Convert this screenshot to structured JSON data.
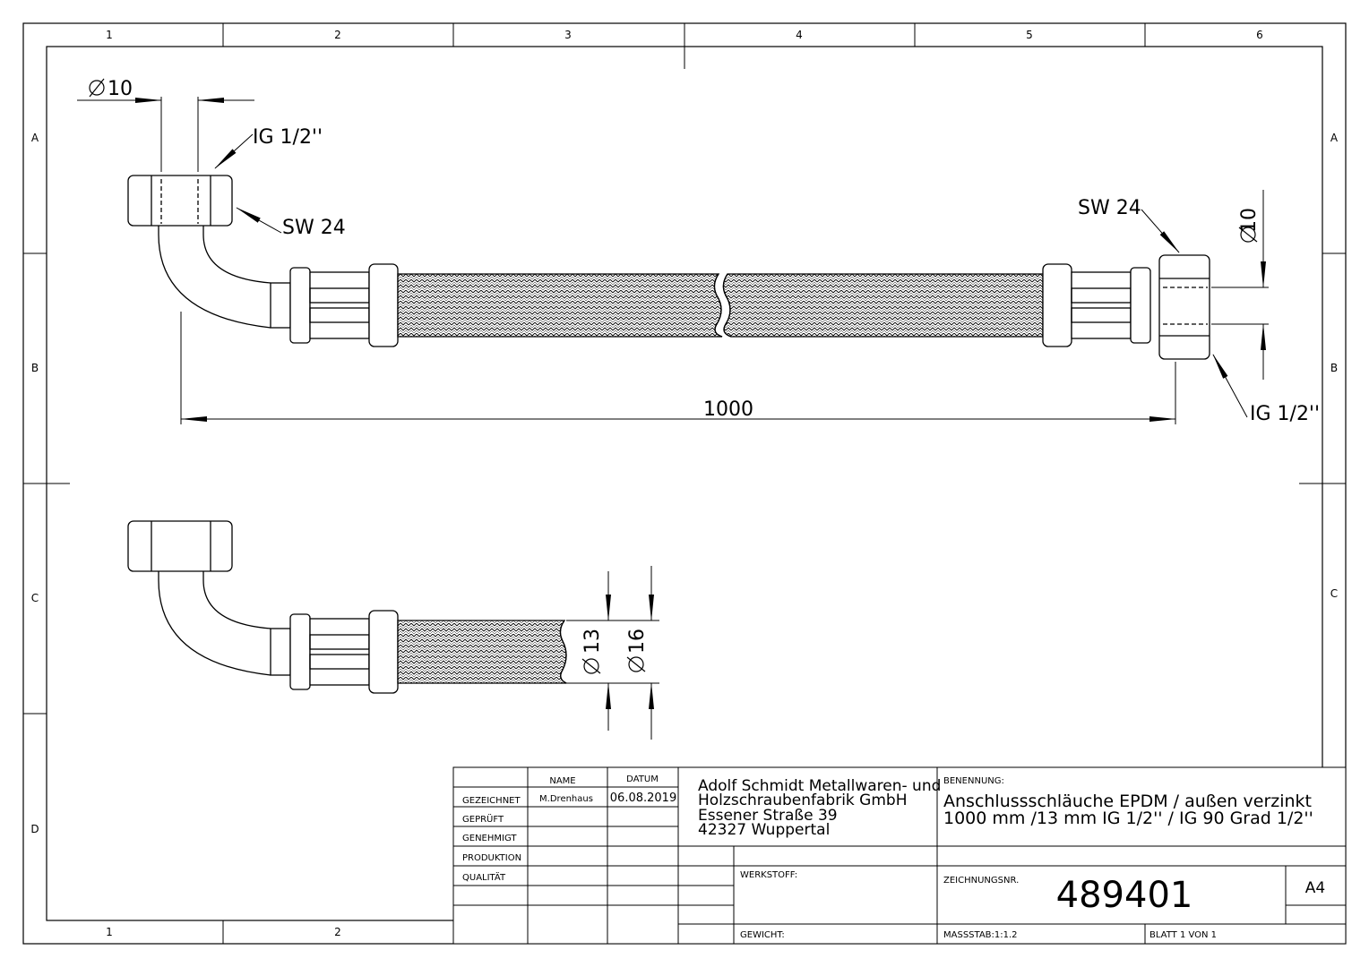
{
  "zones": {
    "columns": [
      "1",
      "2",
      "3",
      "4",
      "5",
      "6"
    ],
    "rows": [
      "A",
      "B",
      "C",
      "D"
    ]
  },
  "dimensions": {
    "top_left_dia": "10",
    "top_left_thread": "IG 1/2''",
    "top_left_wrench": "SW 24",
    "right_wrench": "SW 24",
    "right_dia": "10",
    "right_thread": "IG 1/2''",
    "length": "1000",
    "inner_dia": "13",
    "outer_dia": "16"
  },
  "title_block": {
    "headers": {
      "name": "NAME",
      "date": "DATUM"
    },
    "rows": [
      "GEZEICHNET",
      "GEPRÜFT",
      "GENEHMIGT",
      "PRODUKTION",
      "QUALITÄT"
    ],
    "drawn_by": "M.Drenhaus",
    "drawn_date": "06.08.2019",
    "company": [
      "Adolf Schmidt Metallwaren- und",
      "Holzschraubenfabrik GmbH",
      "Essener Straße 39",
      "42327 Wuppertal"
    ],
    "designation_label": "BENENNUNG:",
    "designation": [
      "Anschlussschläuche EPDM / außen verzinkt",
      "1000 mm /13 mm IG 1/2'' / IG 90 Grad 1/2''"
    ],
    "material_label": "WERKSTOFF:",
    "weight_label": "GEWICHT:",
    "drawing_no_label": "ZEICHNUNGSNR.",
    "drawing_no": "489401",
    "format": "A4",
    "scale": "MASSSTAB:1:1.2",
    "sheet": "BLATT 1 VON 1"
  }
}
